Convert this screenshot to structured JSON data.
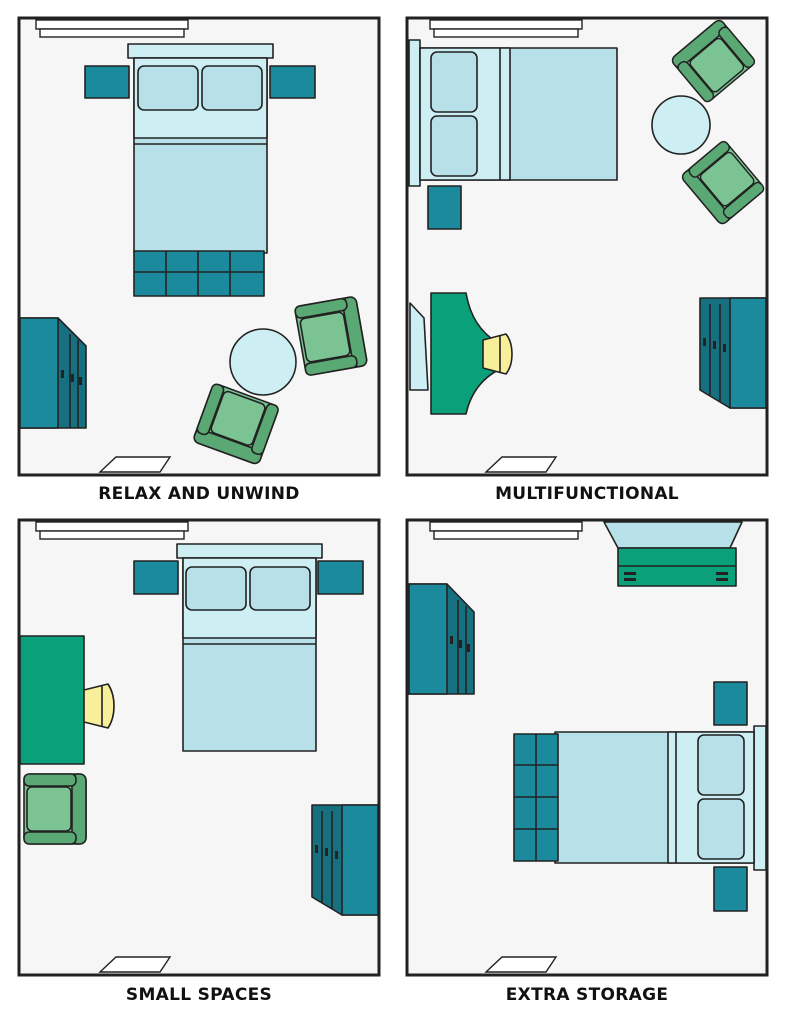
{
  "layouts": [
    {
      "id": "relax",
      "title": "RELAX AND UNWIND"
    },
    {
      "id": "multi",
      "title": "MULTIFUNCTIONAL"
    },
    {
      "id": "small",
      "title": "SMALL SPACES"
    },
    {
      "id": "storage",
      "title": "EXTRA STORAGE"
    }
  ],
  "colors": {
    "floor": "#f6f6f6",
    "wall": "#222222",
    "bed_light": "#b7e0e8",
    "bed_pale": "#cdeef2",
    "teal": "#1b8a9c",
    "teal_dark": "#17707f",
    "green_desk": "#0aa07a",
    "chair_green": "#7cc394",
    "chair_green_dark": "#5aa873",
    "lamp_yellow": "#f7ef9a",
    "table_blue": "#b7e0e8"
  }
}
